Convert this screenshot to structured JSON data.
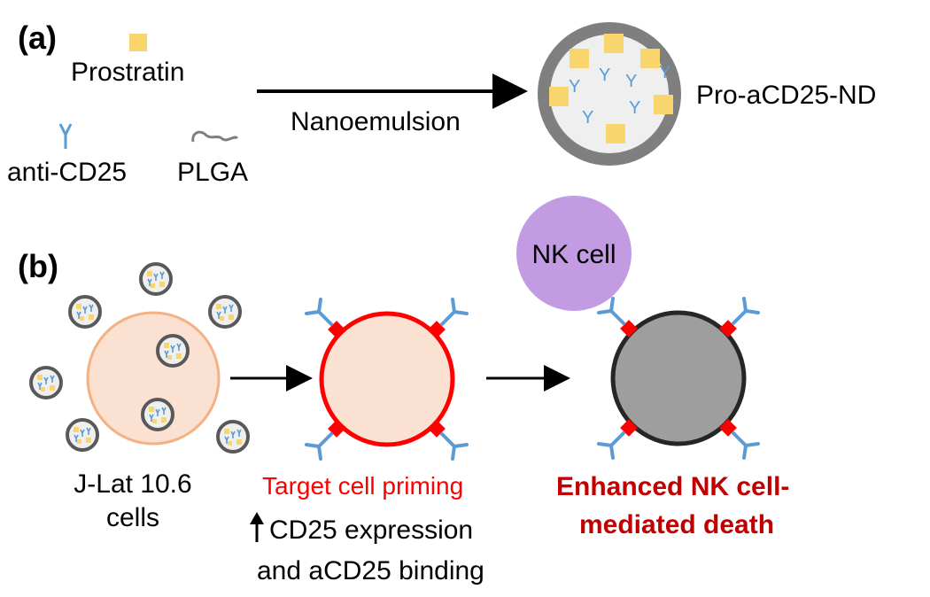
{
  "panel_a": {
    "label": "(a)",
    "prostratin_label": "Prostratin",
    "antibody_label": "anti-CD25",
    "polymer_label": "PLGA",
    "process_label": "Nanoemulsion",
    "product_label": "Pro-aCD25-ND",
    "icons": {
      "prostratin": "yellow-square-icon",
      "antibody": "blue-y-antibody-icon",
      "polymer": "gray-squiggle-icon"
    }
  },
  "panel_b": {
    "label": "(b)",
    "nk_cell_label": "NK cell",
    "jlat_label_line1": "J-Lat 10.6",
    "jlat_label_line2": "cells",
    "priming_title": "Target cell priming",
    "priming_line1": "CD25 expression",
    "priming_line2": "and aCD25 binding",
    "up_arrow_icon": "up-arrow-icon",
    "outcome_line1": "Enhanced NK cell-",
    "outcome_line2": "mediated death"
  },
  "colors": {
    "prostratin_yellow": "#F9D56E",
    "antibody_blue": "#5B9BD5",
    "receptor_red": "#FF0000",
    "nk_purple": "#C39BE2",
    "jlat_fill": "#FBE1D1",
    "jlat_stroke": "#F4B183",
    "target_stroke": "#FF0000",
    "dead_cell_fill": "#9E9E9E",
    "dark_red_text": "#C00000"
  }
}
